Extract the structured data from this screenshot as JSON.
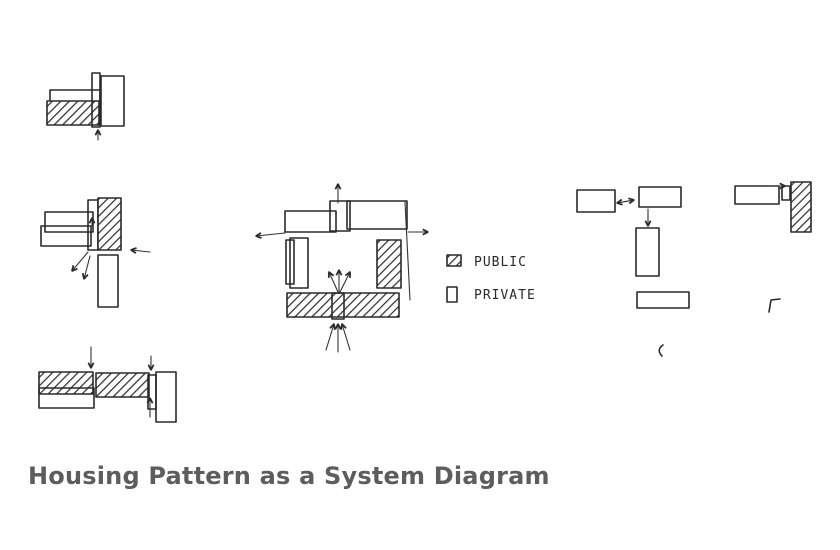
{
  "caption": "Housing Pattern as a System Diagram",
  "legend": {
    "public_label": "PUBLIC",
    "private_label": "PRIVATE"
  },
  "colors": {
    "ink": "#2a2a2a",
    "caption": "#5d5d5d",
    "background": "#ffffff"
  }
}
